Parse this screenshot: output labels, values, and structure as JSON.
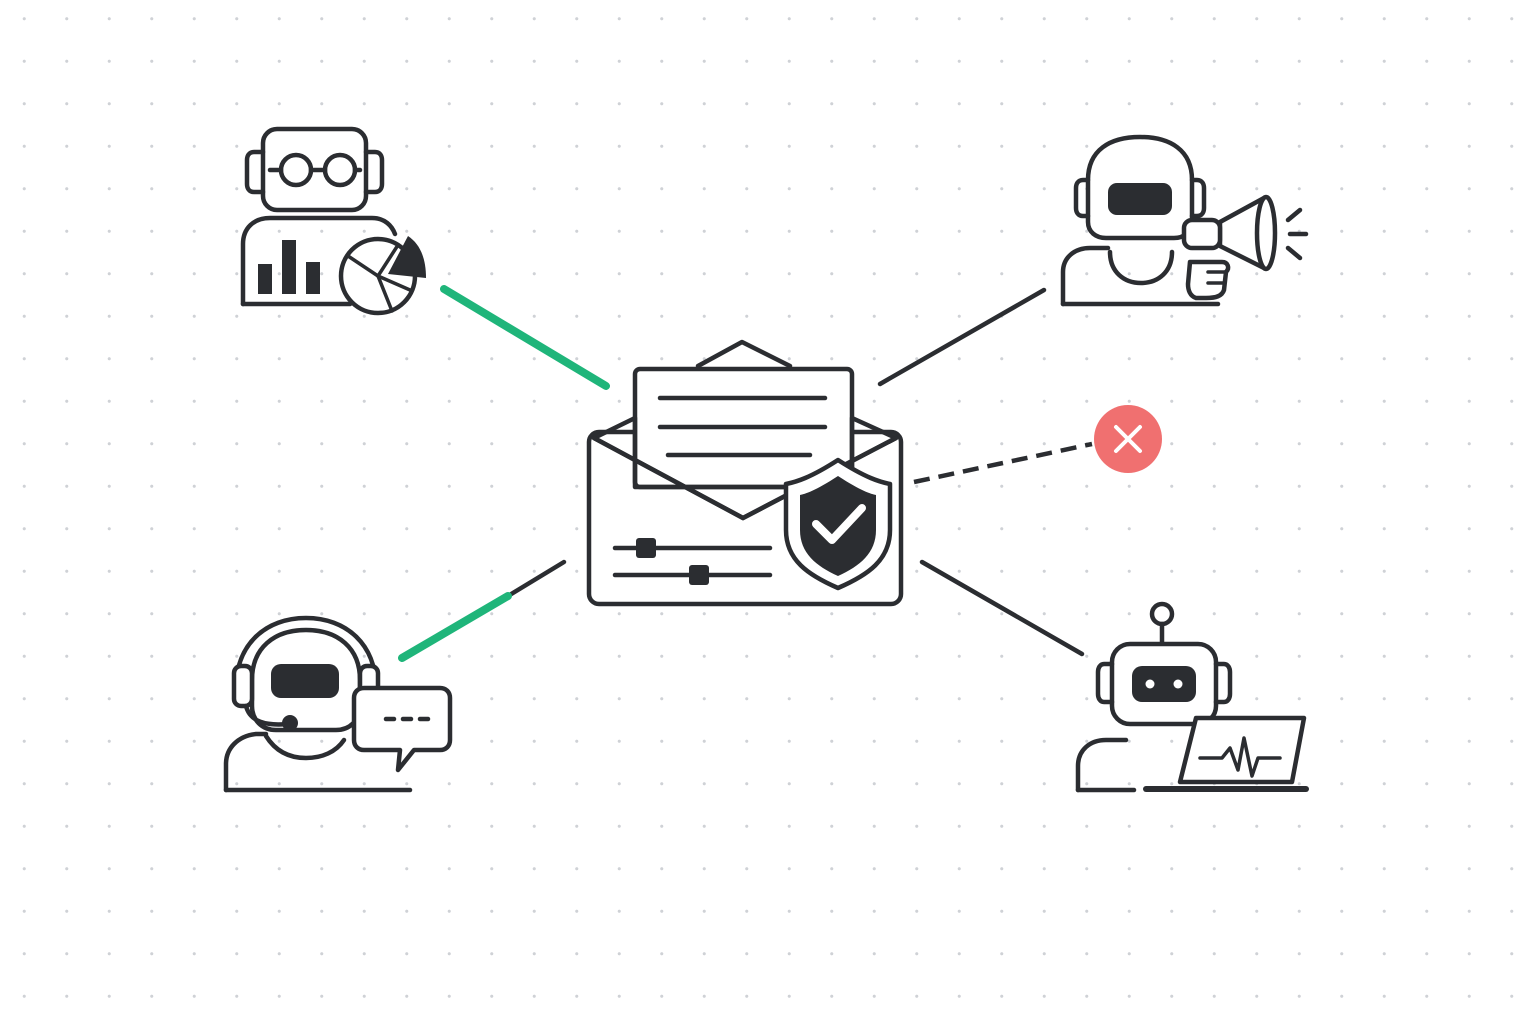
{
  "colors": {
    "ink": "#2b2d31",
    "accent_green": "#1fb57a",
    "error_red": "#f07070",
    "background": "#ffffff",
    "grid_dot": "#cfd2d6"
  },
  "nodes": {
    "center": {
      "icon": "secure-envelope-icon"
    },
    "top_left": {
      "icon": "analytics-robot-icon"
    },
    "top_right": {
      "icon": "megaphone-robot-icon"
    },
    "bottom_left": {
      "icon": "support-agent-robot-icon"
    },
    "bottom_right": {
      "icon": "laptop-robot-icon"
    },
    "blocked": {
      "icon": "close-x-icon",
      "status": "blocked"
    }
  },
  "connections": [
    {
      "from": "top_left",
      "to": "center",
      "style": "solid",
      "highlight": "green"
    },
    {
      "from": "top_right",
      "to": "center",
      "style": "solid",
      "highlight": "none"
    },
    {
      "from": "bottom_left",
      "to": "center",
      "style": "solid",
      "highlight": "green-partial"
    },
    {
      "from": "bottom_right",
      "to": "center",
      "style": "solid",
      "highlight": "none"
    },
    {
      "from": "blocked",
      "to": "center",
      "style": "dashed",
      "highlight": "none"
    }
  ]
}
